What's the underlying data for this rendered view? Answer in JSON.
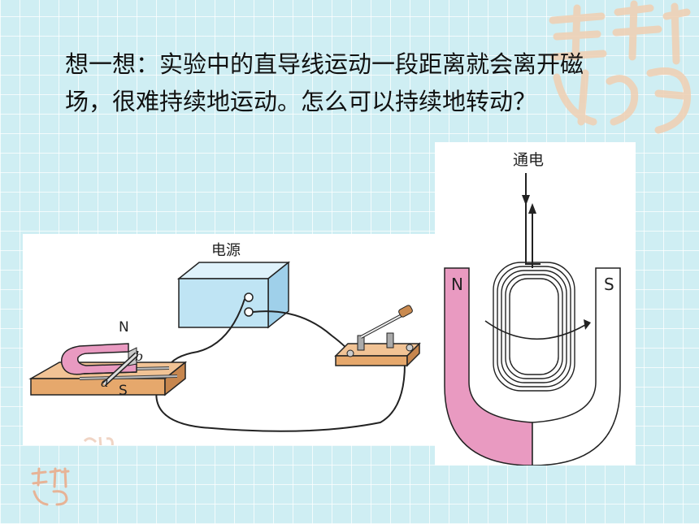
{
  "question": {
    "text": "想一想：实验中的直导线运动一段距离就会离开磁场，很难持续地运动。怎么可以持续地转动？"
  },
  "left_figure": {
    "power_label": "电源",
    "north_label": "N",
    "south_label": "S",
    "rod_a_label": "a",
    "rod_b_label": "b"
  },
  "right_figure": {
    "current_label": "通电",
    "north_label": "N",
    "south_label": "S"
  },
  "colors": {
    "background": "#cfeef3",
    "magnet_pink": "#e99ac1",
    "power_box": "#bfe4f4",
    "board": "#e6a86c"
  }
}
